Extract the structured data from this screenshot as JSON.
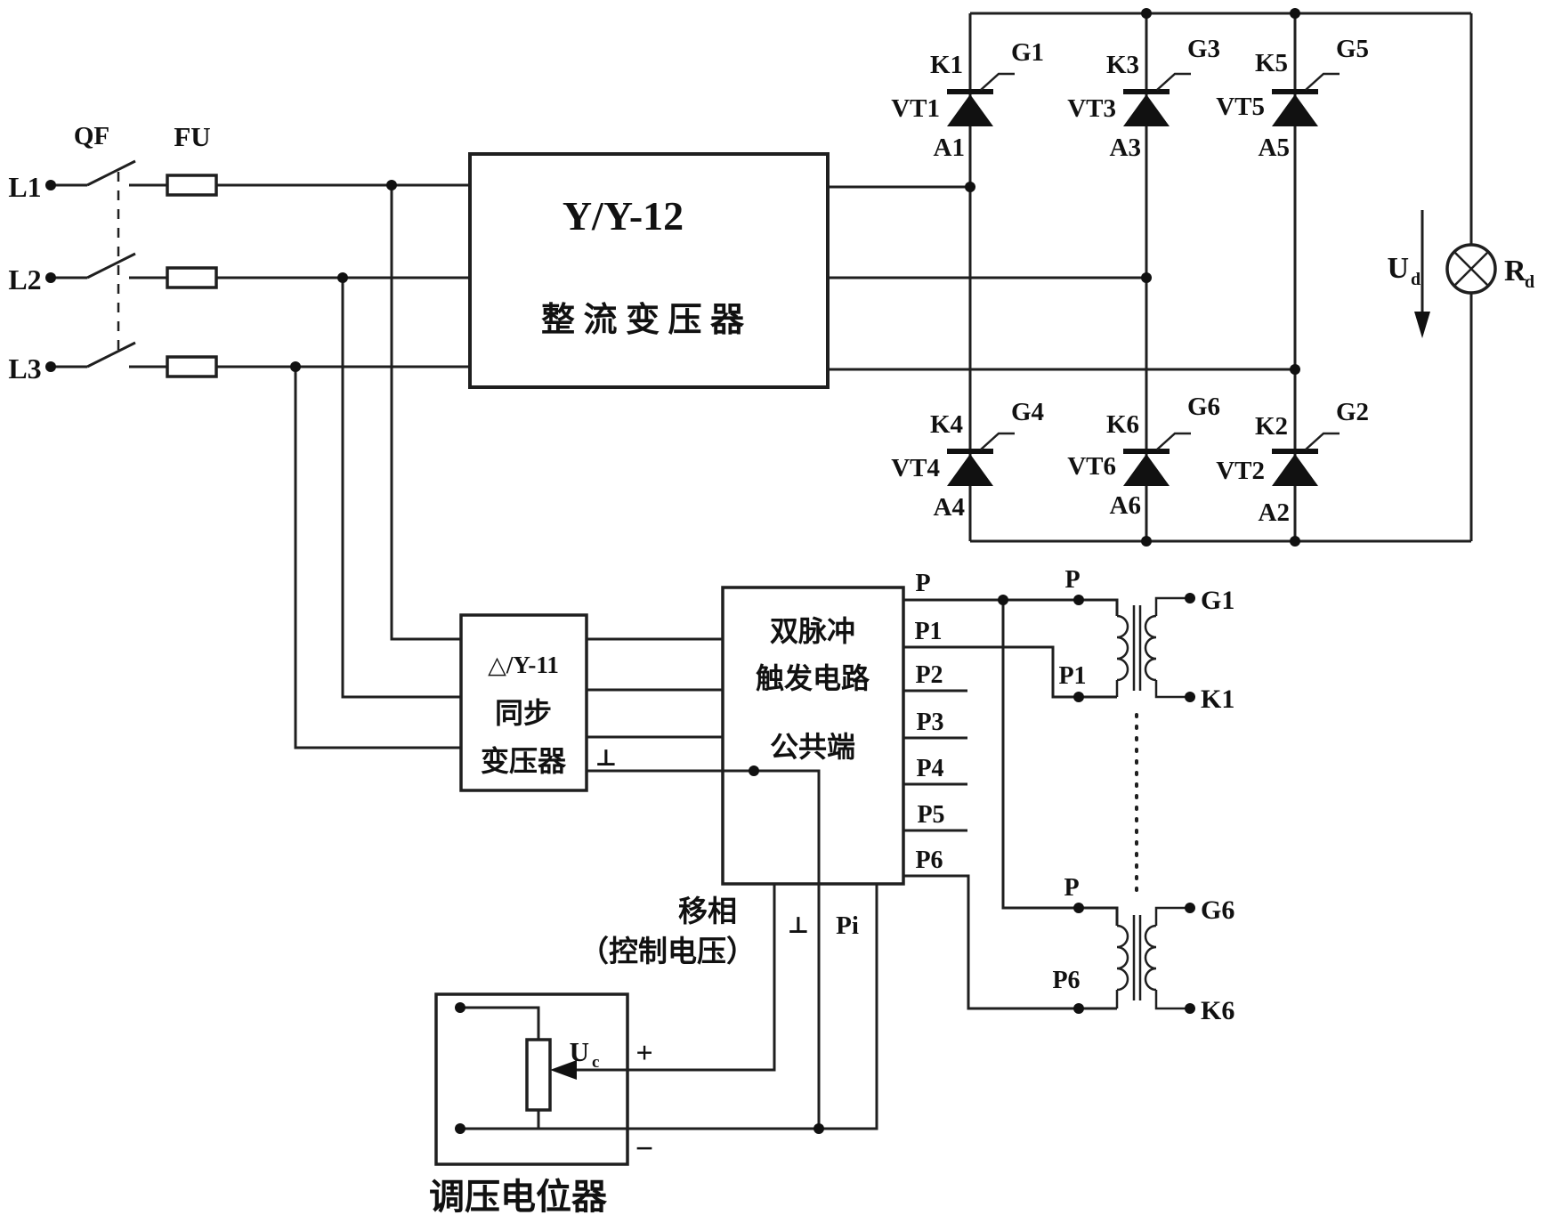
{
  "diagram": {
    "supply": {
      "l1": "L1",
      "l2": "L2",
      "l3": "L3",
      "breaker": "QF",
      "fuse": "FU"
    },
    "rect_transformer": {
      "code": "Y/Y-12",
      "name": "整 流 变 压 器"
    },
    "sync_transformer": {
      "code": "△/Y-11",
      "name1": "同步",
      "name2": "变压器"
    },
    "trigger": {
      "name1": "双脉冲",
      "name2": "触发电路",
      "name3": "公共端",
      "p": "P",
      "p1": "P1",
      "p2": "P2",
      "p3": "P3",
      "p4": "P4",
      "p5": "P5",
      "p6": "P6"
    },
    "thyristors": {
      "vt1": {
        "name": "VT1",
        "k": "K1",
        "g": "G1",
        "a": "A1"
      },
      "vt3": {
        "name": "VT3",
        "k": "K3",
        "g": "G3",
        "a": "A3"
      },
      "vt5": {
        "name": "VT5",
        "k": "K5",
        "g": "G5",
        "a": "A5"
      },
      "vt4": {
        "name": "VT4",
        "k": "K4",
        "g": "G4",
        "a": "A4"
      },
      "vt6": {
        "name": "VT6",
        "k": "K6",
        "g": "G6",
        "a": "A6"
      },
      "vt2": {
        "name": "VT2",
        "k": "K2",
        "g": "G2",
        "a": "A2"
      }
    },
    "load": {
      "u": "U",
      "u_sub": "d",
      "r": "R",
      "r_sub": "d"
    },
    "pulse_tr1": {
      "top": "P",
      "bottom": "P1",
      "g": "G1",
      "k": "K1"
    },
    "pulse_tr2": {
      "top": "P",
      "bottom": "P6",
      "g": "G6",
      "k": "K6"
    },
    "phase_shift": {
      "line1": "移相",
      "line2": "（控制电压）"
    },
    "pot_box": {
      "label": "调压电位器",
      "u": "U",
      "u_sub": "c",
      "plus": "+",
      "minus": "−"
    },
    "ground": "⊥",
    "pi": "Pi"
  }
}
